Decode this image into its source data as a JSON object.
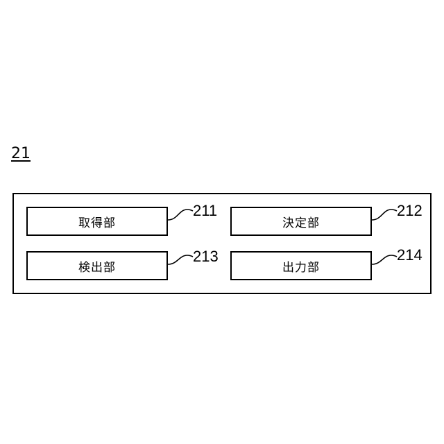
{
  "figure_ref": "21",
  "units": [
    {
      "label": "取得部",
      "ref": "211"
    },
    {
      "label": "決定部",
      "ref": "212"
    },
    {
      "label": "検出部",
      "ref": "213"
    },
    {
      "label": "出力部",
      "ref": "214"
    }
  ]
}
